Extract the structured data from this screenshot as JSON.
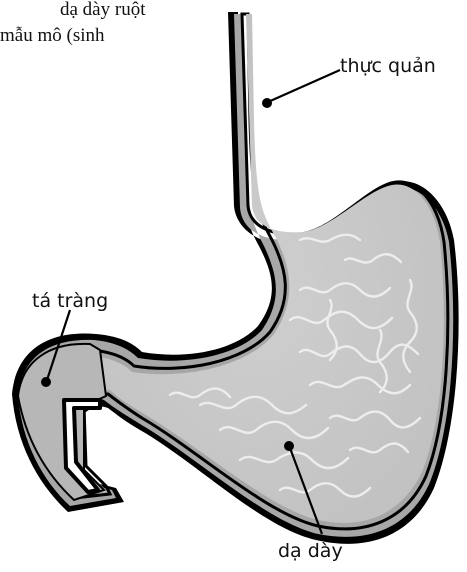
{
  "snippet": {
    "line1": "dạ dày ruột",
    "line2": "mẫu mô (sinh"
  },
  "labels": {
    "esophagus": "thực quản",
    "duodenum": "tá tràng",
    "stomach": "dạ dày"
  },
  "colors": {
    "outline": "#000000",
    "wall": "#9c9c9c",
    "lumen": "#c8c8c8",
    "fold": "#ededed"
  }
}
